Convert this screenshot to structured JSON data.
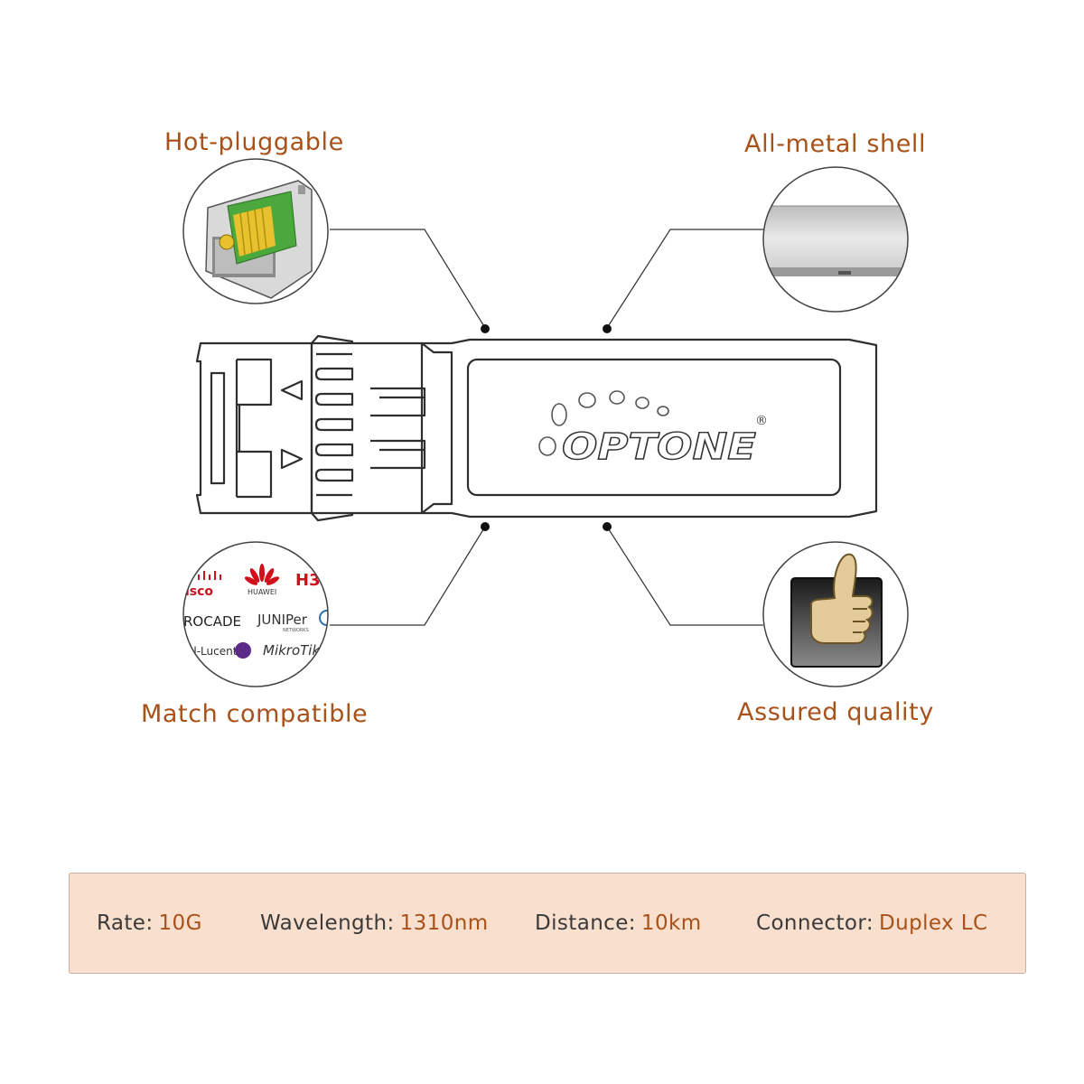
{
  "features": {
    "hot_pluggable": "Hot-pluggable",
    "all_metal_shell": "All-metal shell",
    "match_compatible": "Match compatible",
    "assured_quality": "Assured quality"
  },
  "brand": {
    "logo_text": "OPTONE",
    "registered_mark": "®"
  },
  "compatible_brands": {
    "cisco": "isco",
    "huawei": "HUAWEI",
    "h3c": "H3",
    "brocade": "ROCADE",
    "juniper": "JUNIPer",
    "juniper_sub": "NETWORKS",
    "alcatel": "el-Lucent",
    "mikrotik": "MikroTik"
  },
  "specs": [
    {
      "name": "Rate:",
      "value": "10G"
    },
    {
      "name": "Wavelength:",
      "value": "1310nm"
    },
    {
      "name": "Distance:",
      "value": "10km"
    },
    {
      "name": "Connector:",
      "value": "Duplex LC"
    }
  ],
  "colors": {
    "label": "#a8521a",
    "spec_bar": "#f9dfcd",
    "outline": "#333333"
  },
  "icons": {
    "hot_pluggable": "pcb-connector-photo",
    "all_metal_shell": "metal-shell-photo",
    "match_compatible": "vendor-logos",
    "assured_quality": "thumbs-up-icon"
  }
}
